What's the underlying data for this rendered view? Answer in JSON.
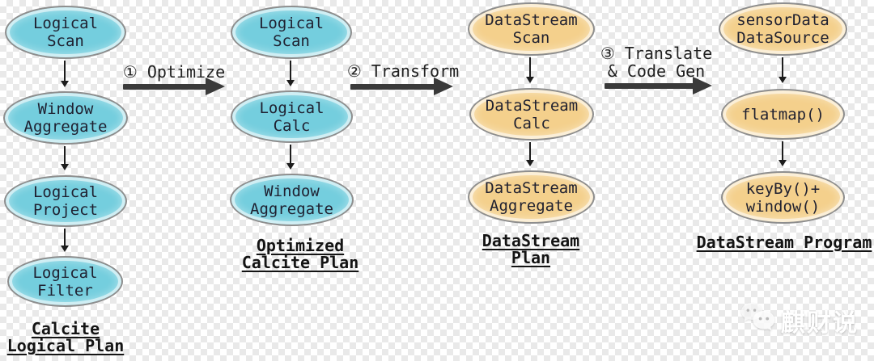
{
  "diagram": {
    "columns": [
      {
        "caption": "Calcite\nLogical Plan",
        "nodes": [
          {
            "label": "Logical\nScan"
          },
          {
            "label": "Window\nAggregate"
          },
          {
            "label": "Logical\nProject"
          },
          {
            "label": "Logical\nFilter"
          }
        ]
      },
      {
        "caption": "Optimized\nCalcite Plan",
        "nodes": [
          {
            "label": "Logical\nScan"
          },
          {
            "label": "Logical\nCalc"
          },
          {
            "label": "Window\nAggregate"
          }
        ]
      },
      {
        "caption": "DataStream Plan",
        "nodes": [
          {
            "label": "DataStream\nScan"
          },
          {
            "label": "DataStream\nCalc"
          },
          {
            "label": "DataStream\nAggregate"
          }
        ]
      },
      {
        "caption": "DataStream Program",
        "nodes": [
          {
            "label": "sensorData\nDataSource"
          },
          {
            "label": "flatmap()"
          },
          {
            "label": "keyBy()+\nwindow()"
          }
        ]
      }
    ],
    "transitions": [
      {
        "label": "① Optimize"
      },
      {
        "label": "② Transform"
      },
      {
        "label": "③ Translate\n& Code Gen"
      }
    ],
    "colors": {
      "calcite_node_fill": "#74CEDE",
      "datastream_node_fill": "#F4D08C",
      "node_border": "#8E8E8E",
      "node_text": "#1F2030",
      "arrow": "#3A3A3A",
      "caption_text": "#141414"
    }
  },
  "watermark": {
    "icon": "wechat-bubbles-icon",
    "text": "麒财说"
  }
}
